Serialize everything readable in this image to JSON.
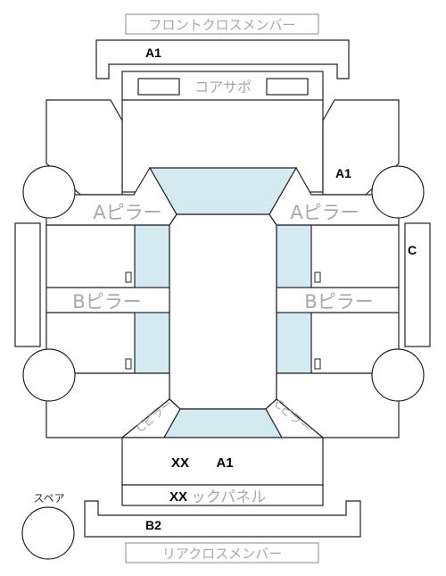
{
  "labels": {
    "front_cross_member": "フロントクロスメンバー",
    "core_support": "コアサポ",
    "a_pillar_left": "Aピラー",
    "a_pillar_right": "Aピラー",
    "b_pillar_left": "Bピラー",
    "b_pillar_right": "Bピラー",
    "c_pillar_left": "Cピラー",
    "c_pillar_right": "Cピラー",
    "back_panel": "ックパネル",
    "rear_cross_member": "リアクロスメンバー",
    "spare": "スペア"
  },
  "marks": {
    "front_member": "A1",
    "right_fender": "A1",
    "right_quarter": "C",
    "trunk_left": "XX",
    "trunk_right": "A1",
    "back_panel": "XX",
    "rear_member": "B2"
  },
  "colors": {
    "glass": "#d3ebf0",
    "label_gray": "#a8a8a8",
    "outline": "#222222"
  }
}
